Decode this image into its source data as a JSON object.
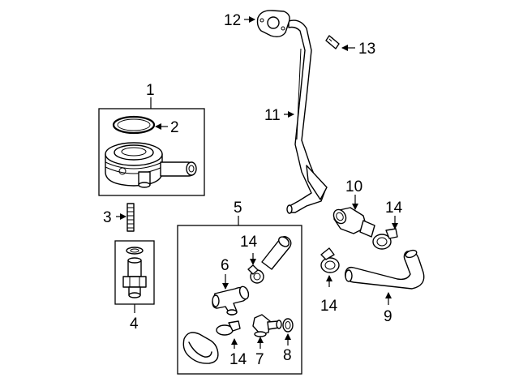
{
  "callouts": {
    "c1": "1",
    "c2": "2",
    "c3": "3",
    "c4": "4",
    "c5": "5",
    "c6": "6",
    "c7": "7",
    "c8": "8",
    "c9": "9",
    "c10": "10",
    "c11": "11",
    "c12": "12",
    "c13": "13",
    "c14a": "14",
    "c14b": "14",
    "c14c": "14",
    "c14d": "14"
  },
  "colors": {
    "line": "#000000",
    "background": "#ffffff"
  }
}
